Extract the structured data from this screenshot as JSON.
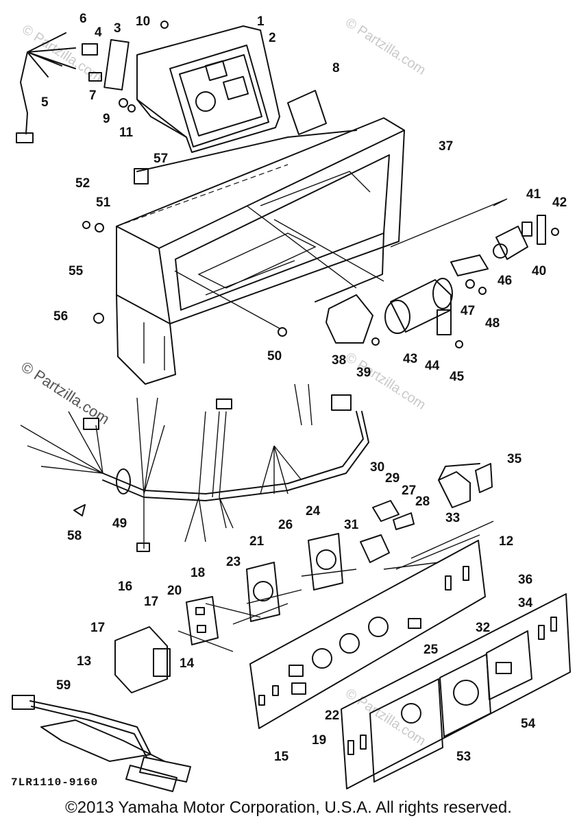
{
  "diagram": {
    "callouts": [
      "1",
      "2",
      "3",
      "4",
      "5",
      "6",
      "7",
      "8",
      "9",
      "10",
      "11",
      "12",
      "13",
      "14",
      "15",
      "16",
      "17",
      "17",
      "18",
      "19",
      "20",
      "21",
      "22",
      "23",
      "24",
      "25",
      "26",
      "27",
      "28",
      "29",
      "30",
      "31",
      "32",
      "33",
      "34",
      "35",
      "36",
      "37",
      "38",
      "39",
      "40",
      "41",
      "42",
      "43",
      "44",
      "45",
      "46",
      "47",
      "48",
      "49",
      "50",
      "51",
      "52",
      "53",
      "54",
      "55",
      "56",
      "57",
      "58",
      "59"
    ],
    "watermarks": [
      "© Partzilla.com",
      "© Partzilla.com",
      "© Partzilla.com",
      "© Partzilla.com",
      "© Partzilla.com"
    ],
    "drawing_code": "7LR1110-9160",
    "copyright": "©2013 Yamaha Motor Corporation, U.S.A. All rights reserved."
  }
}
